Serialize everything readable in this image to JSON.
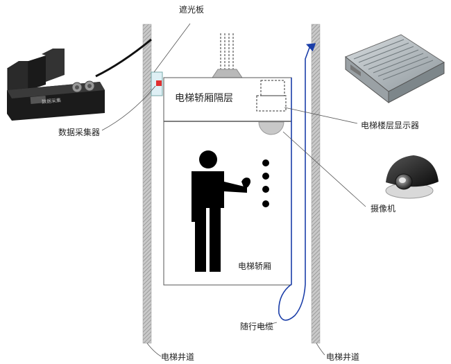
{
  "labels": {
    "light_shield": "遮光板",
    "data_collector": "数据采集器",
    "car_compartment": "电梯轿厢隔层",
    "floor_display": "电梯楼层显示器",
    "camera": "摄像机",
    "elevator_car": "电梯轿厢",
    "traveling_cable": "随行电缆",
    "shaft_left": "电梯井道",
    "shaft_right": "电梯井道"
  },
  "sensor_device_text": "数据采集"
}
